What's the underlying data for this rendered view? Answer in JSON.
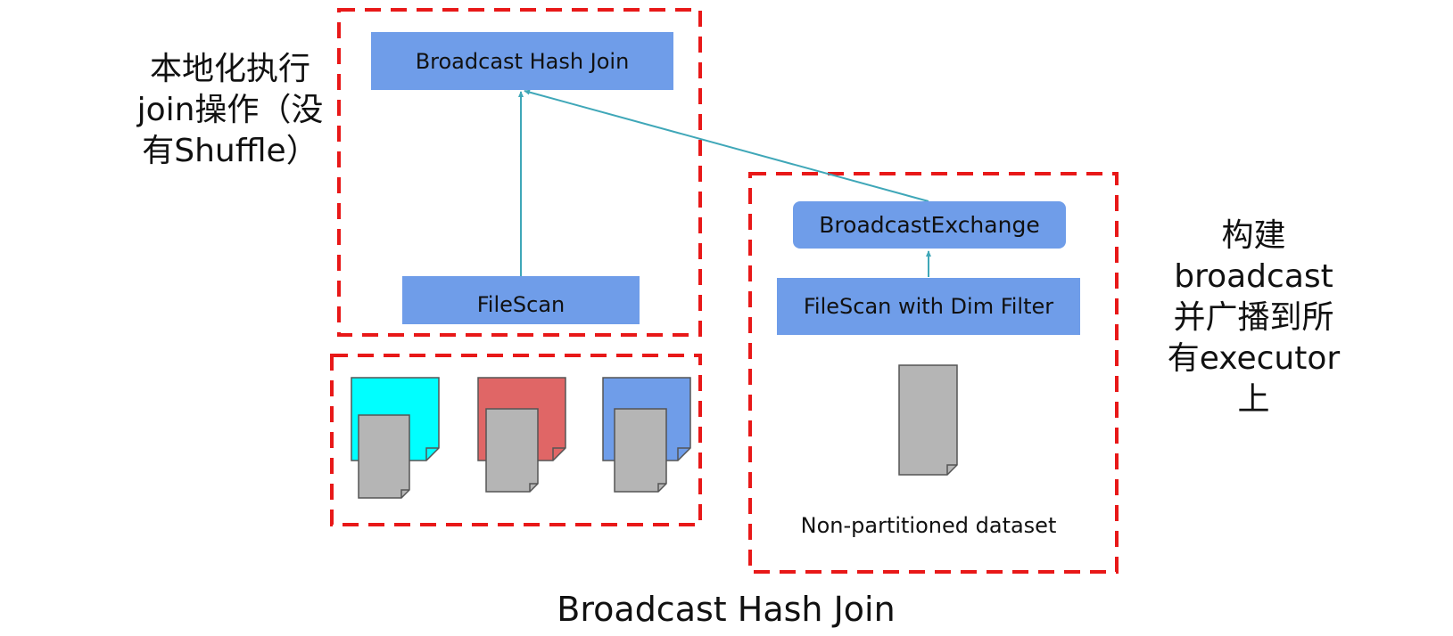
{
  "colors": {
    "node_fill": "#6f9de9",
    "dashed_border": "#e81818",
    "arrow": "#3fa7b8",
    "doc_gray": "#b5b5b5",
    "partition_cyan": "#00ffff",
    "partition_red": "#e06666",
    "partition_blue": "#6f9de9"
  },
  "left_annotation": {
    "lines": [
      "本地化执行",
      "join操作（没",
      "有Shuffle）"
    ]
  },
  "right_annotation": {
    "lines": [
      "构建",
      "broadcast",
      "并广播到所",
      "有executor",
      "上"
    ]
  },
  "nodes": {
    "broadcast_hash_join": "Broadcast Hash Join",
    "filescan": "FileScan",
    "broadcast_exchange": "BroadcastExchange",
    "filescan_dim_filter": "FileScan with Dim Filter"
  },
  "dataset_label": "Non-partitioned dataset",
  "title": "Broadcast Hash Join"
}
